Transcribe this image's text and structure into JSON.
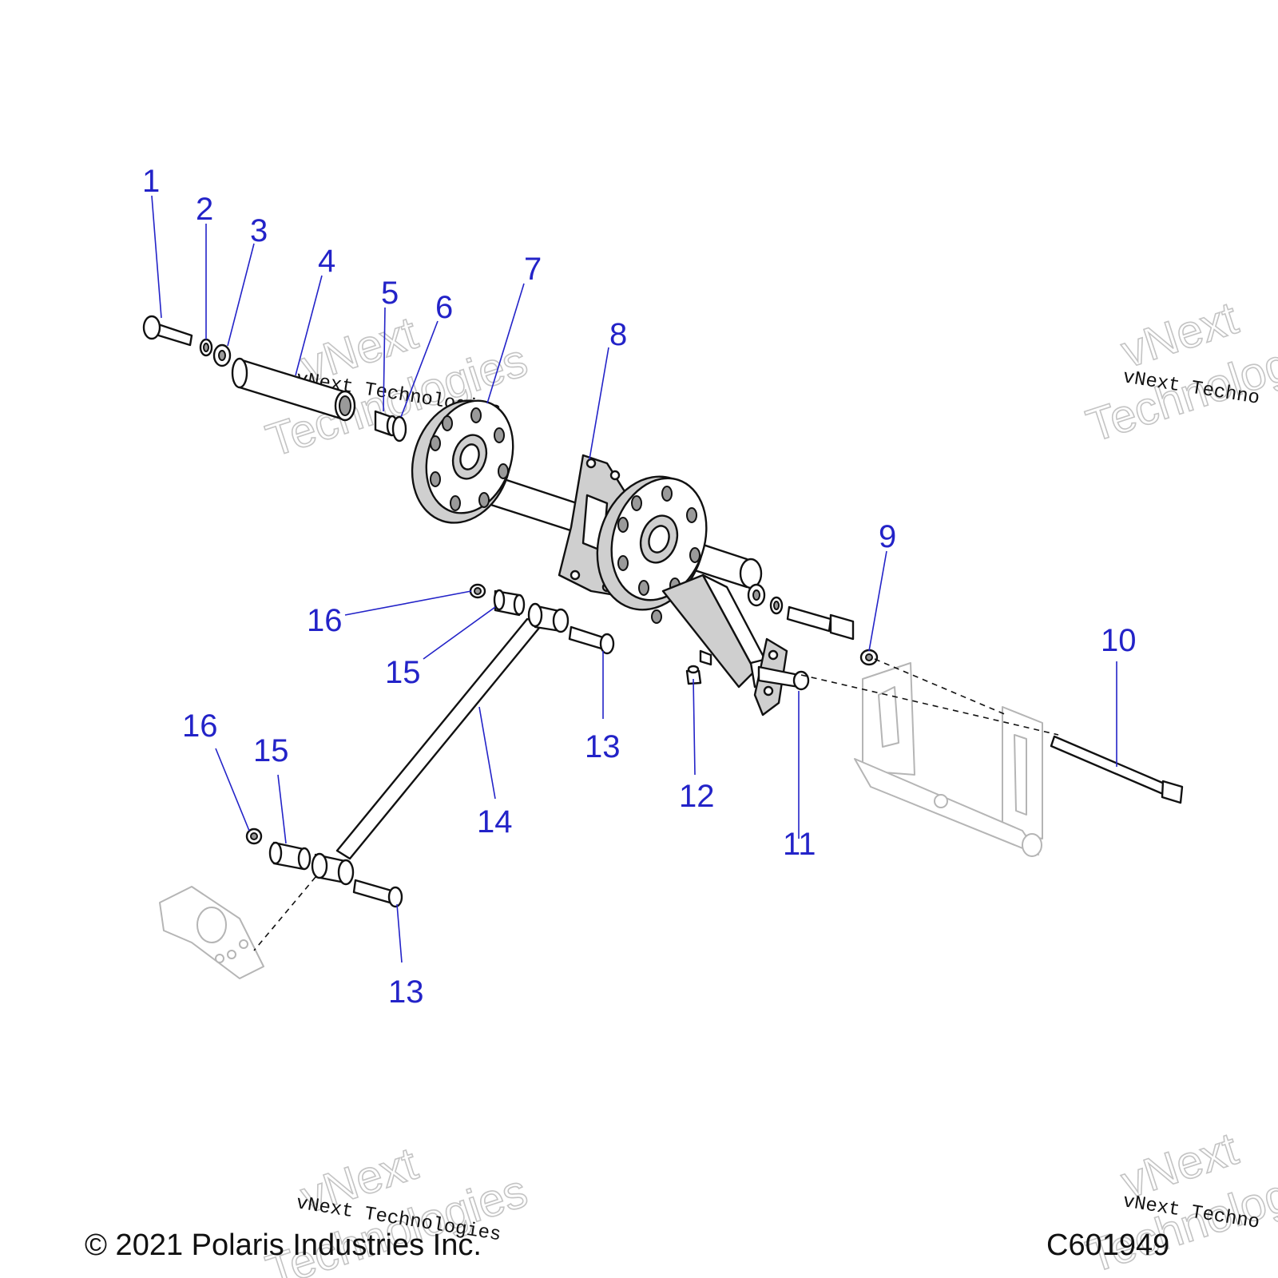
{
  "copyright": "© 2021 Polaris Industries Inc.",
  "figure_code": "C601949",
  "watermark": {
    "brand_top": "vNext",
    "brand_bottom": "Technologies",
    "stamp": "vNext Technologies",
    "stamp_partial_right": "vNext Techno"
  },
  "callouts": [
    {
      "id": "1",
      "label": "1"
    },
    {
      "id": "2",
      "label": "2"
    },
    {
      "id": "3",
      "label": "3"
    },
    {
      "id": "4",
      "label": "4"
    },
    {
      "id": "5",
      "label": "5"
    },
    {
      "id": "6",
      "label": "6"
    },
    {
      "id": "7",
      "label": "7"
    },
    {
      "id": "8",
      "label": "8"
    },
    {
      "id": "9",
      "label": "9"
    },
    {
      "id": "10",
      "label": "10"
    },
    {
      "id": "11",
      "label": "11"
    },
    {
      "id": "12",
      "label": "12"
    },
    {
      "id": "13a",
      "label": "13"
    },
    {
      "id": "13b",
      "label": "13"
    },
    {
      "id": "14",
      "label": "14"
    },
    {
      "id": "15a",
      "label": "15"
    },
    {
      "id": "15b",
      "label": "15"
    },
    {
      "id": "16a",
      "label": "16"
    },
    {
      "id": "16b",
      "label": "16"
    }
  ],
  "colors": {
    "callout": "#2323c8",
    "line_art": "#111111",
    "watermark": "#c4c4c4",
    "background": "#ffffff"
  }
}
